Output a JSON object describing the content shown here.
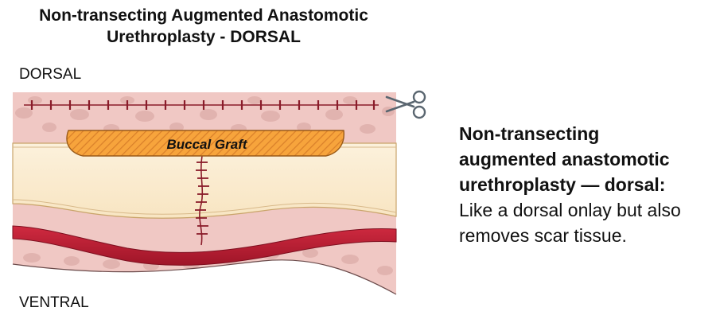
{
  "title": {
    "line1": "Non-transecting Augmented Anastomotic",
    "line2": "Urethroplasty - DORSAL"
  },
  "labels": {
    "dorsal": "DORSAL",
    "ventral": "VENTRAL",
    "graft": "Buccal Graft"
  },
  "description": {
    "bold": "Non-transecting augmented anastomotic urethroplasty — dorsal:",
    "text": " Like a dorsal onlay but also removes scar tissue."
  },
  "icons": {
    "scissors": "scissors-icon"
  },
  "colors": {
    "tissue": "#f0c8c4",
    "tissue_cells": "#dcaaa6",
    "urethra_lumen": "#fbeed4",
    "graft_fill": "#f7a43c",
    "graft_hatch": "#d9802a",
    "vessel": "#b81f35",
    "suture": "#8a1c2a"
  }
}
